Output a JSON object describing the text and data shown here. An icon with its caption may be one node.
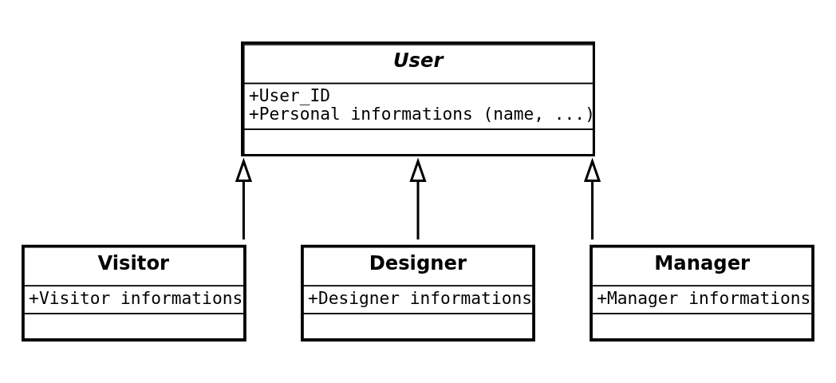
{
  "diagram": {
    "nodes": [
      {
        "text": [
          "User",
          "+User_ID",
          "+Personal informations (name, ...)"
        ]
      },
      {
        "text": [
          "Visitor",
          "+Visitor informations"
        ]
      },
      {
        "text": [
          "Designer",
          "+Designer informations"
        ]
      },
      {
        "text": [
          "Manager",
          "+Manager informations"
        ]
      }
    ],
    "edges": [
      {
        "from": 1,
        "to": 0,
        "arrow": "to"
      },
      {
        "from": 2,
        "to": 0,
        "arrow": "to"
      },
      {
        "from": 3,
        "to": 0,
        "arrow": "to"
      }
    ]
  }
}
